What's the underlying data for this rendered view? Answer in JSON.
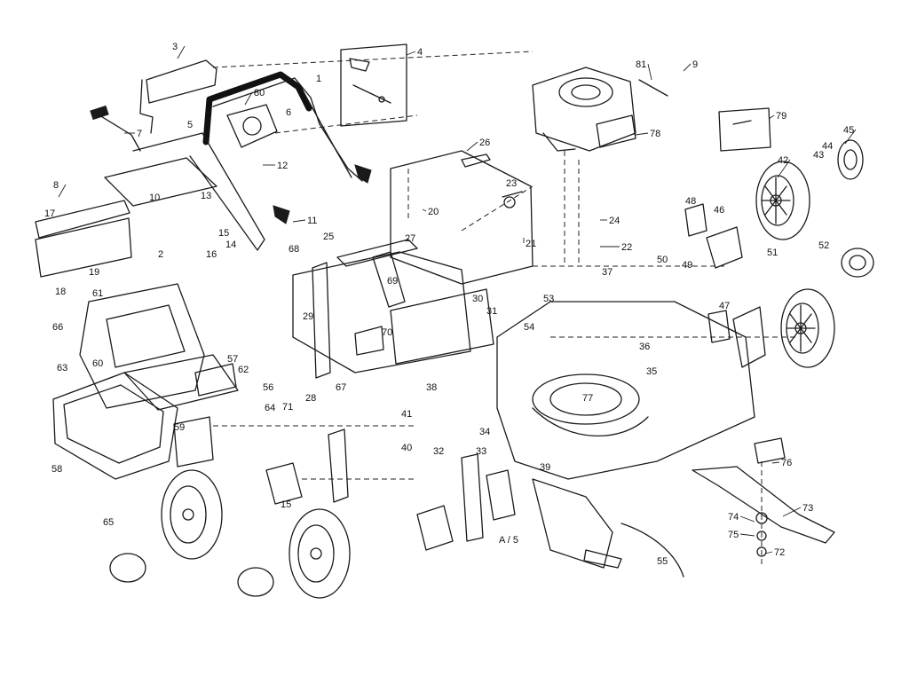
{
  "callouts": [
    "1",
    "2",
    "3",
    "4",
    "5",
    "6",
    "7",
    "8",
    "9",
    "10",
    "11",
    "12",
    "13",
    "14",
    "15",
    "16",
    "17",
    "18",
    "19",
    "20",
    "21",
    "22",
    "23",
    "24",
    "25",
    "26",
    "27",
    "28",
    "29",
    "30",
    "31",
    "32",
    "33",
    "34",
    "35",
    "36",
    "37",
    "38",
    "39",
    "40",
    "41",
    "42",
    "43",
    "44",
    "45",
    "46",
    "47",
    "48",
    "49",
    "50",
    "51",
    "52",
    "53",
    "54",
    "55",
    "56",
    "57",
    "58",
    "59",
    "60",
    "61",
    "62",
    "63",
    "64",
    "65",
    "66",
    "67",
    "68",
    "69",
    "70",
    "71",
    "72",
    "73",
    "74",
    "75",
    "76",
    "77",
    "78",
    "79",
    "80",
    "81"
  ],
  "extra_labels": [
    "A / 5",
    "15"
  ]
}
